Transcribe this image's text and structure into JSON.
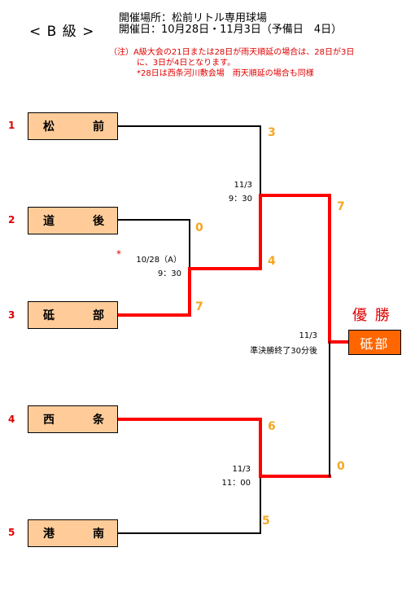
{
  "header": {
    "title": "< B 級 >",
    "venue_line1": "開催場所：松前リトル専用球場",
    "venue_line2": "開催日：10月28日・11月3日（予備日　4日）",
    "note_line1": "（注）A級大会の21日または28日が雨天順延の場合は、28日が3日",
    "note_line2": "に、3日が4日となります。",
    "note_line3": "*28日は西条河川敷会場　雨天順延の場合も同様"
  },
  "teams": [
    {
      "seed": "1",
      "name_a": "松",
      "name_b": "前"
    },
    {
      "seed": "2",
      "name_a": "道",
      "name_b": "後"
    },
    {
      "seed": "3",
      "name_a": "砥",
      "name_b": "部"
    },
    {
      "seed": "4",
      "name_a": "西",
      "name_b": "条"
    },
    {
      "seed": "5",
      "name_a": "港",
      "name_b": "南"
    }
  ],
  "scores": {
    "r1_dogo": "0",
    "r1_tobe": "7",
    "sf_matsumae": "3",
    "sf_tobe": "4",
    "sf_saijo": "6",
    "sf_konan": "5",
    "final_top": "7",
    "final_bottom": "0"
  },
  "schedules": {
    "r1_asterisk": "*",
    "r1_date": "10/28（A）",
    "r1_time": "9：30",
    "sf_top_date": "11/3",
    "sf_top_time": "9：30",
    "sf_bottom_date": "11/3",
    "sf_bottom_time": "11：00",
    "final_date": "11/3",
    "final_time": "準決勝終了30分後"
  },
  "champion": {
    "label": "優 勝",
    "team": "砥部"
  },
  "colors": {
    "winner_line": "#ff0000",
    "loser_line": "#000000",
    "team_box": "#ffcc99",
    "champion_box": "#ff6600",
    "score_text": "#f5a623",
    "seed_text": "#e00000"
  }
}
